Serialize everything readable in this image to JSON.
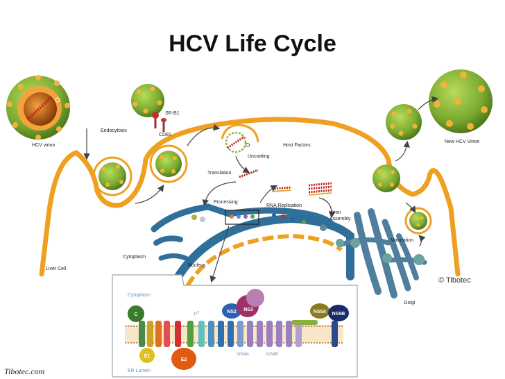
{
  "title": "HCV Life Cycle",
  "credit": "Tibotec.com",
  "copyright": "© Tibotec",
  "labels": {
    "hcv_virion": "HCV virion",
    "new_hcv_virion": "New HCV Virion",
    "endocytosis": "Endocytosis",
    "sr_b1": "SR-B1",
    "cd81": "CD81",
    "uncoating": "Uncoating",
    "host_factors": "Host Factors",
    "translation": "Translation",
    "processing": "Processing",
    "rna_replication": "RNA Replication",
    "viron_assembly": "Viron\nAssembly",
    "maturation": "Maturation",
    "er": "ER",
    "cytoplasm": "Cytoplasm",
    "nucleus": "Nucleus",
    "liver_cell": "Liver Cell",
    "golgi": "Golgi"
  },
  "inset": {
    "cytoplasm": "Cytoplasm",
    "er_lumen": "ER Lumen",
    "proteins": {
      "c": "C",
      "e1": "E1",
      "e2": "E2",
      "p7": "p7",
      "ns2": "NS2",
      "ns3": "NS3",
      "ns4a": "NS4A",
      "ns4b": "NS4B",
      "ns5a": "NS5A",
      "ns5b": "NS5B"
    }
  },
  "colors": {
    "membrane": "#f0a020",
    "virus_green": "#8ab83a",
    "virus_spot": "#f0b43a",
    "er_blue": "#2f6f9a",
    "golgi_blue": "#4f7f9c",
    "inset_border": "#9aa3ad"
  }
}
